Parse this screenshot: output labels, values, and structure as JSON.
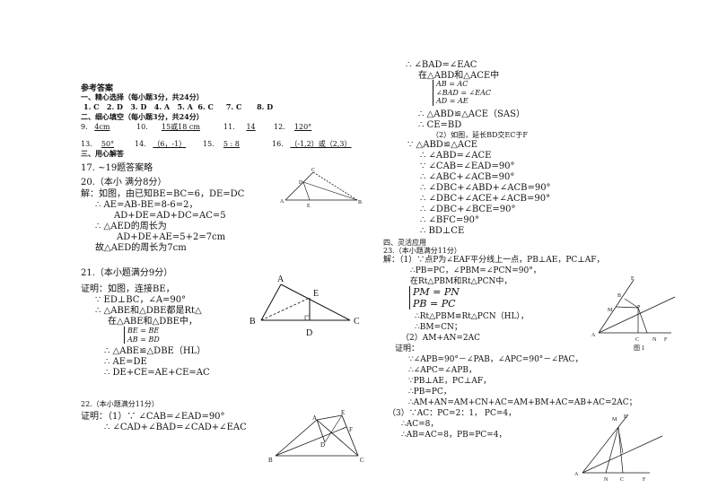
{
  "left": {
    "title": "参考答案",
    "sec1": "一、精心选择（每小题3分，共24分）",
    "ans1": [
      "1. C",
      "2. D",
      "3. D",
      "4. A",
      "5. A",
      "6. C",
      "7. C",
      "8. D"
    ],
    "sec2": "二、细心填空（每小题3分，共24分）",
    "fill1": [
      {
        "n": "9.",
        "a": "4cm"
      },
      {
        "n": "10.",
        "a": "15或18 cm"
      },
      {
        "n": "11.",
        "a": "14"
      },
      {
        "n": "12.",
        "a": "120°"
      }
    ],
    "fill2": [
      {
        "n": "13.",
        "a": "50°"
      },
      {
        "n": "14.",
        "a": "（6，-1）"
      },
      {
        "n": "15.",
        "a": "5 : 8"
      },
      {
        "n": "16.",
        "a": "（-1,2）或（2,3）"
      }
    ],
    "sec3": "三、用心解答",
    "q17": "17. ~19题答案略",
    "q20_title": "20.（本小 满分8分）",
    "q20_lines": [
      "解：如图，由已知BE=BC=6，DE=DC",
      "∴  AE=AB-BE=8-6=2，",
      "AD+DE=AD+DC=AC=5",
      "∴  △AED的周长为",
      "AD+DE+AE=5+2=7cm",
      "故△AED的周长为7cm"
    ],
    "q21_title": "21.（本小题满分9分）",
    "q21_lines": [
      "证明：如图，连接BE，",
      "∵  ED⊥BC，∠A=90°",
      "∴  △ABE和△DBE都是Rt△",
      "在△ABE和△DBE中，"
    ],
    "q21_brace": [
      "BE = BE",
      "AB = BD"
    ],
    "q21_lines2": [
      "∴  △ABE≌△DBE（HL）",
      "∴  AE=DE",
      "∴  DE+CE=AE+CE=AC"
    ],
    "q22_title": "22.（本小题满分11分）",
    "q22_lines": [
      "证明：（1）∵  ∠CAB=∠EAD=90°",
      "∴  ∠CAD+∠BAD=∠CAD+∠EAC"
    ]
  },
  "right": {
    "top_lines": [
      "∴  ∠BAD=∠EAC",
      "在△ABD和△ACE中"
    ],
    "brace1": [
      "AB = AC",
      "∠BAD = ∠EAC",
      "AD = AE"
    ],
    "mid_lines": [
      "∴  △ABD≌△ACE（SAS）",
      "∴  CE=BD",
      "（2）如图，延长BD交EC于F",
      "∵  △ABD≌△ACE",
      "∴  ∠ABD=∠ACE",
      "∵  ∠CAB=∠EAD=90°",
      "∴  ∠ABC+∠ACB=90°",
      "∴  ∠DBC+∠ABD+∠ACB=90°",
      "∴  ∠DBC+∠ACE+∠ACB=90°",
      "∴  ∠DBC+∠BCE=90°",
      "∴  ∠BFC=90°",
      "∴  BD⊥CE"
    ],
    "sec4": "四、灵活应用",
    "q23_title": "23.（本小题满分11分）",
    "q23_lines": [
      "解：（1）∵点P为∠EAF平分线上一点，PB⊥AE，PC⊥AF，",
      "∴PB=PC，∠PBM=∠PCN=90°，",
      "在Rt△PBM和Rt△PCN中，"
    ],
    "brace2": [
      "PM = PN",
      "PB = PC"
    ],
    "q23_lines2": [
      "∴Rt△PBM≌Rt△PCN（HL），",
      "∴BM=CN；",
      "（2）AM+AN=2AC",
      "证明：",
      "∵∠APB=90°－∠PAB，∠APC=90°－∠PAC，",
      "∴∠APC=∠APB，",
      "∵PB⊥AE，PC⊥AF，",
      "∴PB=PC，",
      "∴AM+AN=AM+CN+AC=AM+BM+AC=AB+AC=2AC；",
      "（3）∵AC：PC=2：1，     PC=4，",
      "∴AC=8，",
      "∴AB=AC=8，PB=PC=4，"
    ],
    "fig1_caption": "图 1"
  },
  "labels": {
    "A": "A",
    "B": "B",
    "C": "C",
    "D": "D",
    "E": "E",
    "F": "F",
    "M": "M",
    "N": "N",
    "P": "P"
  }
}
